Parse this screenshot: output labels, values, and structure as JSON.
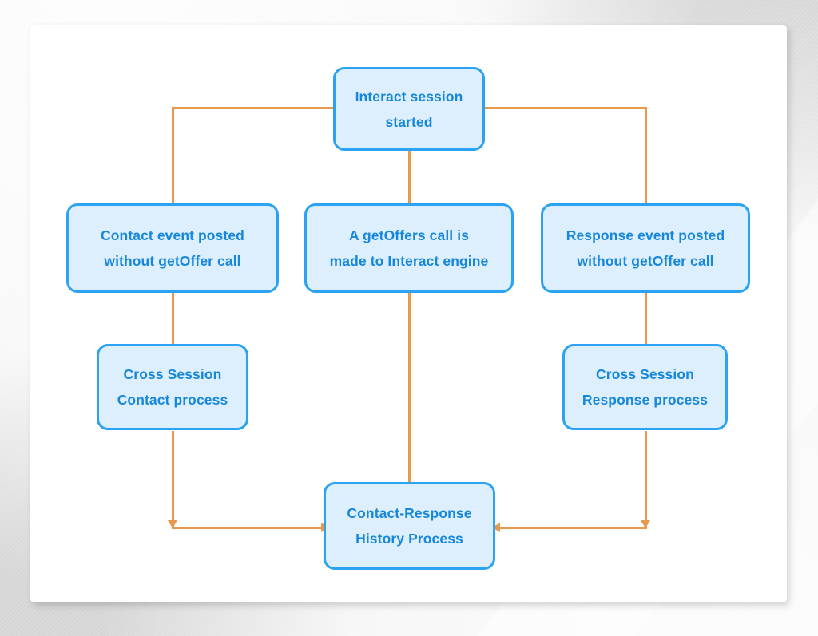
{
  "canvas": {
    "background_color": "#d7d7d7",
    "card_color": "#ffffff"
  },
  "theme": {
    "node_fill": "#ddeffc",
    "node_border": "#2ba2f2",
    "node_text": "#1787dc",
    "connector": "#e79a4d"
  },
  "diagram": {
    "type": "flowchart",
    "nodes": [
      {
        "id": "interact-session-started",
        "line1": "Interact session",
        "line2": "started"
      },
      {
        "id": "contact-event-posted",
        "line1": "Contact event posted",
        "line2": "without getOffer call"
      },
      {
        "id": "getoffers-call",
        "line1": "A getOffers call is",
        "line2": "made to Interact engine"
      },
      {
        "id": "response-event-posted",
        "line1": "Response event posted",
        "line2": "without getOffer call"
      },
      {
        "id": "cross-session-contact-process",
        "line1": "Cross Session",
        "line2": "Contact process"
      },
      {
        "id": "cross-session-response-process",
        "line1": "Cross Session",
        "line2": "Response process"
      },
      {
        "id": "contact-response-history-process",
        "line1": "Contact-Response",
        "line2": "History Process"
      }
    ],
    "edges": [
      {
        "from": "interact-session-started",
        "to": "contact-event-posted"
      },
      {
        "from": "interact-session-started",
        "to": "getoffers-call"
      },
      {
        "from": "interact-session-started",
        "to": "response-event-posted"
      },
      {
        "from": "contact-event-posted",
        "to": "cross-session-contact-process"
      },
      {
        "from": "response-event-posted",
        "to": "cross-session-response-process"
      },
      {
        "from": "getoffers-call",
        "to": "contact-response-history-process"
      },
      {
        "from": "cross-session-contact-process",
        "to": "contact-response-history-process"
      },
      {
        "from": "cross-session-response-process",
        "to": "contact-response-history-process"
      }
    ]
  }
}
